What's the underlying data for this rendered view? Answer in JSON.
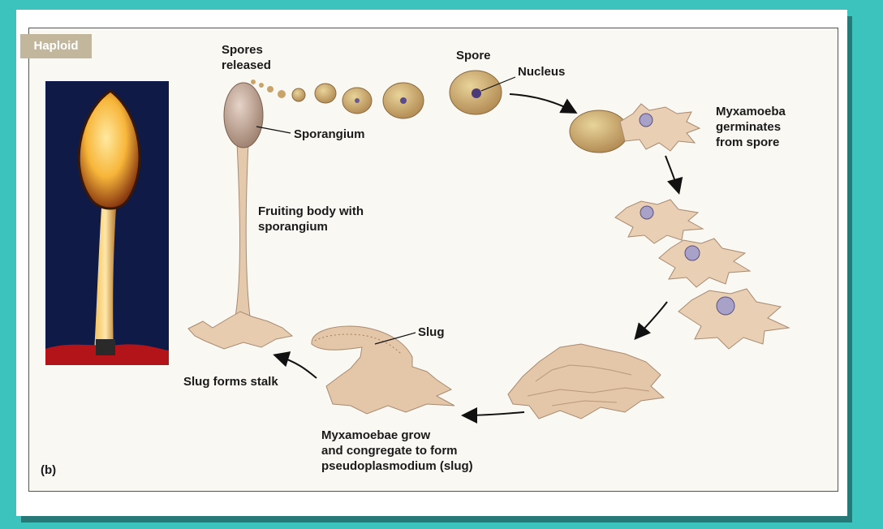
{
  "tag": "Haploid",
  "panel_label": "(b)",
  "labels": {
    "spores_released": "Spores\nreleased",
    "spore": "Spore",
    "nucleus": "Nucleus",
    "sporangium": "Sporangium",
    "myxamoeba": "Myxamoeba\ngerminates\nfrom spore",
    "fruiting_body": "Fruiting body with\nsporangium",
    "slug": "Slug",
    "slug_forms_stalk": "Slug forms stalk",
    "congregate": "Myxamoebae grow\nand congregate to form\npseudoplasmodium (slug)"
  },
  "colors": {
    "frame": "#3cc3be",
    "tag_bg": "#c2b79c",
    "cell": "#e9cfb4",
    "spore": "#c9a46a"
  }
}
